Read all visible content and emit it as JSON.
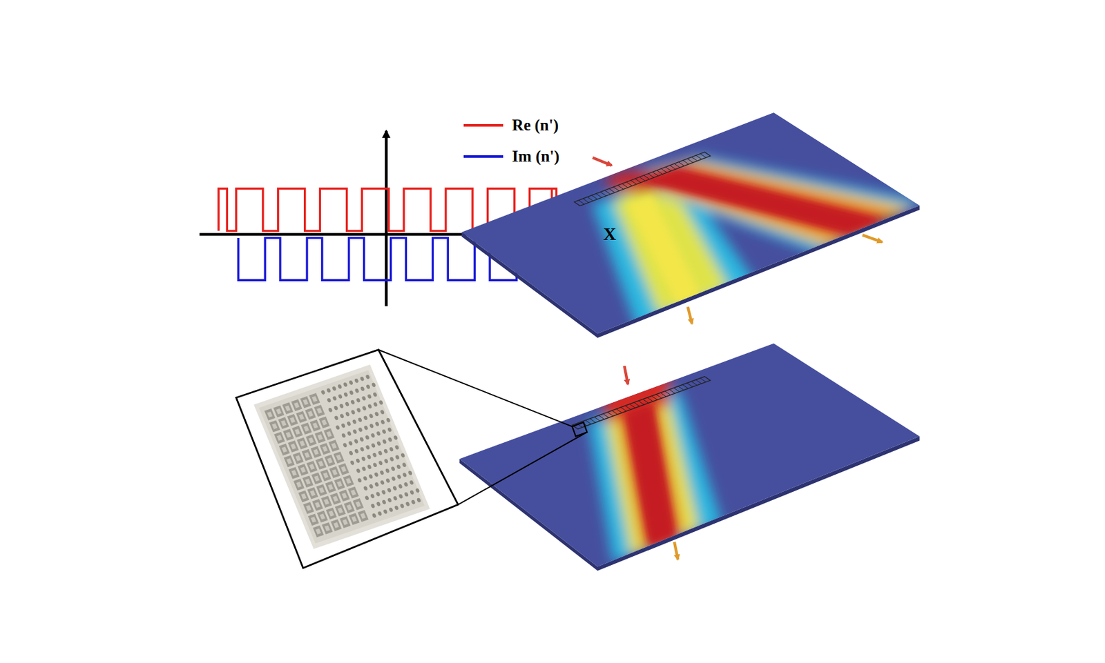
{
  "diagram": {
    "labels": [
      "X"
    ],
    "legend": [
      {
        "text": "Re (n')"
      },
      {
        "text": "Im (n')"
      }
    ]
  }
}
